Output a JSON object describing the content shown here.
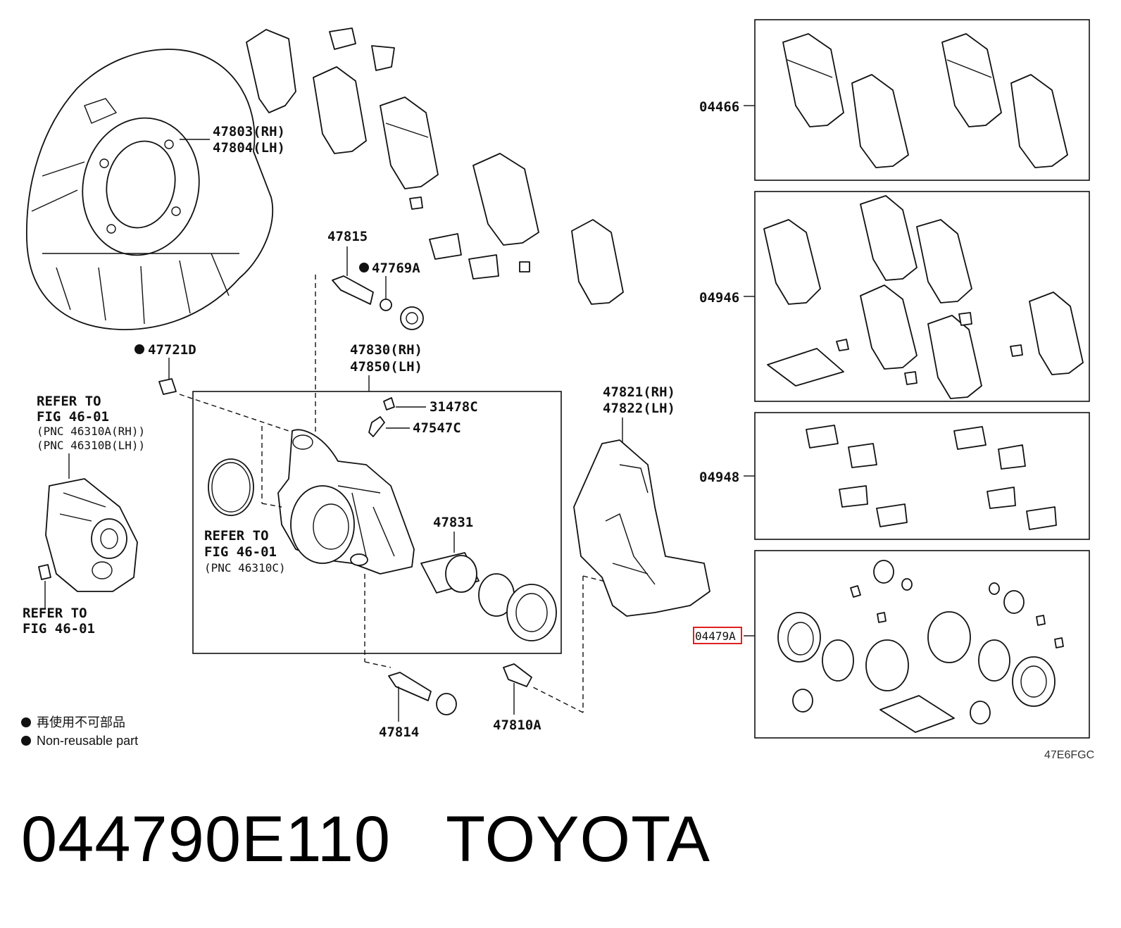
{
  "labels": {
    "dust_cover": [
      "47803(RH)",
      "47804(LH)"
    ],
    "bolt_47815": "47815",
    "bushing_47769A": "47769A",
    "bolt_47721D": "47721D",
    "caliper": [
      "47830(RH)",
      "47850(LH)"
    ],
    "cap_31478C": "31478C",
    "bleeder_47547C": "47547C",
    "piston": "47831",
    "mounting": [
      "47821(RH)",
      "47822(LH)"
    ],
    "pin_47814": "47814",
    "bolt_47810A": "47810A",
    "kit_pads": "04466",
    "kit_shims": "04946",
    "kit_clips": "04948",
    "kit_seal": "04479A"
  },
  "refers": {
    "motor_ref": [
      "REFER TO",
      "FIG 46-01",
      "(PNC 46310A(RH))",
      "(PNC 46310B(LH))"
    ],
    "bolt_ref": [
      "REFER TO",
      "FIG 46-01"
    ],
    "seal_ref": [
      "REFER TO",
      "FIG 46-01",
      "(PNC 46310C)"
    ]
  },
  "legend": {
    "jp": "再使用不可部品",
    "en": "Non-reusable part"
  },
  "figure_code": "47E6FGC",
  "caption": "044790E110   TOYOTA",
  "highlight_color": "#e02020"
}
